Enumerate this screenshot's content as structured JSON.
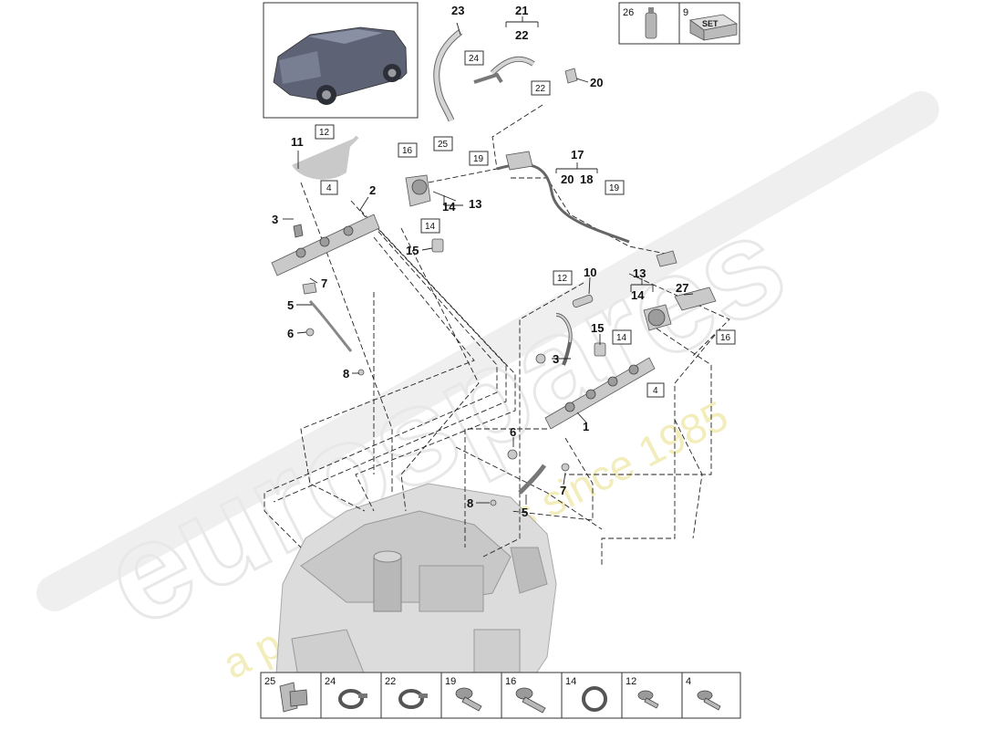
{
  "watermark": {
    "brand": "eurospares",
    "tagline": "a passion for parts since 1985"
  },
  "top_right_parts": [
    {
      "number": "26",
      "icon": "spray-can-icon"
    },
    {
      "number": "9",
      "icon": "set-box-icon",
      "text": "SET"
    }
  ],
  "labels": {
    "l1": "1",
    "l2": "2",
    "l3a": "3",
    "l3b": "3",
    "l5a": "5",
    "l5b": "5",
    "l6a": "6",
    "l6b": "6",
    "l7a": "7",
    "l7b": "7",
    "l8a": "8",
    "l8b": "8",
    "l10": "10",
    "l11": "11",
    "l13a": "13",
    "l13b": "13",
    "l14a": "14",
    "l14b": "14",
    "l15a": "15",
    "l15b": "15",
    "l17": "17",
    "l18": "18",
    "l20a": "20",
    "l20b": "20",
    "l21": "21",
    "l22": "22",
    "l23": "23",
    "l27": "27"
  },
  "boxed_labels": {
    "b4a": "4",
    "b4b": "4",
    "b12a": "12",
    "b12b": "12",
    "b14a": "14",
    "b14b": "14",
    "b16a": "16",
    "b16b": "16",
    "b19a": "19",
    "b19b": "19",
    "b22": "22",
    "b24": "24",
    "b25": "25"
  },
  "fastener_strip": [
    {
      "number": "25",
      "icon": "hose-clamp-icon"
    },
    {
      "number": "24",
      "icon": "spring-clip-icon"
    },
    {
      "number": "22",
      "icon": "spring-clip-icon"
    },
    {
      "number": "19",
      "icon": "bolt-icon"
    },
    {
      "number": "16",
      "icon": "bolt-icon"
    },
    {
      "number": "14",
      "icon": "o-ring-icon"
    },
    {
      "number": "12",
      "icon": "bolt-icon"
    },
    {
      "number": "4",
      "icon": "bolt-icon"
    }
  ]
}
